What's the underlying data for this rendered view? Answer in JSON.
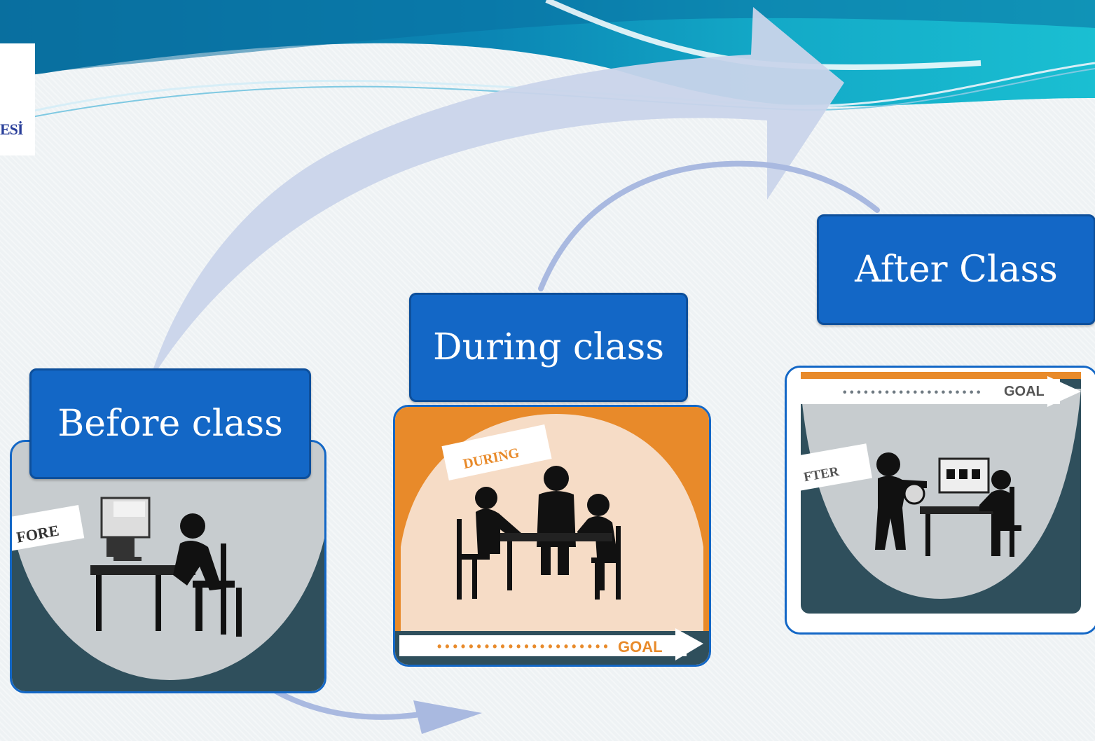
{
  "logo": {
    "text": "ESİ"
  },
  "stages": [
    {
      "label": "Before class",
      "tag": "FORE",
      "goal": ""
    },
    {
      "label": "During class",
      "tag": "DURING",
      "goal": "GOAL"
    },
    {
      "label": "After Class",
      "tag": "FTER",
      "goal": "GOAL"
    }
  ],
  "colors": {
    "label_fill": "#1367c6",
    "arrow": "#c9d4ea",
    "connector": "#a9b9e0",
    "panel_dark": "#2f4f5c",
    "panel_orange": "#e88a2a",
    "header_teal": "#0aa3c4"
  }
}
